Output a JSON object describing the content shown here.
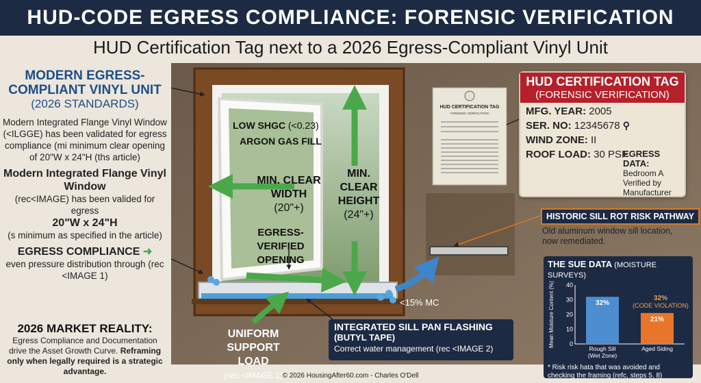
{
  "title": "HUD-CODE EGRESS COMPLIANCE: FORENSIC VERIFICATION",
  "subtitle": "HUD Certification Tag next to a 2026 Egress-Compliant Vinyl Unit",
  "left": {
    "heading": "MODERN EGRESS-COMPLIANT VINYL UNIT",
    "heading_sub": "(2026 STANDARDS)",
    "para1": "Modern Integrated Flange Vinyl Window (<ILGGE) has been validated for egress compliance (mi minimum clear opening of 20\"W x 24\"H (ths article)",
    "para2_bold": "Modern Integrated Flange Vinyl Window",
    "para2_mid": "(rec<IMAGE) has been valided for egress",
    "para2_size": "20\"W x 24\"H",
    "para2_end": "(s minimum as specified in the article)",
    "egress_heading": "EGRESS COMPLIANCE",
    "egress_text": "even pressure distribution through (rec <IMAGE 1)",
    "market_heading": "2026 MARKET REALITY:",
    "market_text": "Egress Compliance and Documentation drive the Asset Growth Curve.",
    "market_bold": "Reframing only when legally required is a strategic advantage."
  },
  "window_labels": {
    "low_shgc": "LOW SHGC",
    "low_shgc_val": "(<0.23)",
    "argon": "ARGON GAS FILL",
    "min_clear_width": "MIN. CLEAR WIDTH",
    "width_val": "(20\"+)",
    "min_clear_height": "MIN. CLEAR HEIGHT",
    "height_val": "(24\"+)",
    "egress_verified": "EGRESS-VERIFIED OPENING",
    "mc": "<15% MC",
    "uniform": "UNIFORM SUPPORT LOAD",
    "uniform_sub": "(sec <IMAGE 1)"
  },
  "sill_pan": {
    "title": "INTEGRATED SILL PAN FLASHING",
    "title_sub": "(BUTYL TAPE)",
    "text": "Correct water management (rec <IMAGE 2)"
  },
  "small_tag": {
    "title": "HUD CERTIFICATION TAG",
    "sub": "FORENSIC VERIFICATION"
  },
  "hud_tag": {
    "title": "HUD CERTIFICATION TAG",
    "sub": "(FORENSIC VERIFICATION)",
    "mfg_label": "MFG. YEAR:",
    "mfg_value": "2005",
    "ser_label": "SER. NO:",
    "ser_value": "12345678",
    "wind_label": "WIND ZONE:",
    "wind_value": "II",
    "roof_label": "ROOF LOAD:",
    "roof_value": "30 PSF",
    "egress_label": "EGRESS DATA:",
    "egress_text": "Bedroom A Verified by Manufacturer"
  },
  "rot": {
    "tag": "HISTORIC SILL ROT RISK PATHWAY",
    "text": "Old aluminum window sill location, now remediated."
  },
  "sue": {
    "title": "THE SUE DATA",
    "title_sub": "(MOISTURE SURVEYS)",
    "footnote": "* Risk risk hata that was avoided and checking the framing (refc, steps 5, 8)"
  },
  "chart_data": {
    "type": "bar",
    "title": "THE SUE DATA (MOISTURE SURVEYS)",
    "ylabel": "Mean Moisture Content (%)",
    "ylim": [
      0,
      40
    ],
    "yticks": [
      "0",
      "10",
      "20",
      "30",
      "40"
    ],
    "categories": [
      "Rough Sill (Wet Zone)",
      "Aged Siding"
    ],
    "values": [
      32,
      21
    ],
    "value_labels": [
      "32%",
      "21%"
    ],
    "annotation": "32% (CODE VIOLATION)",
    "colors": [
      "#4d8ed0",
      "#e8762a"
    ]
  },
  "credit": "© 2026 HousingAfter60.com - Charles O'Dell"
}
